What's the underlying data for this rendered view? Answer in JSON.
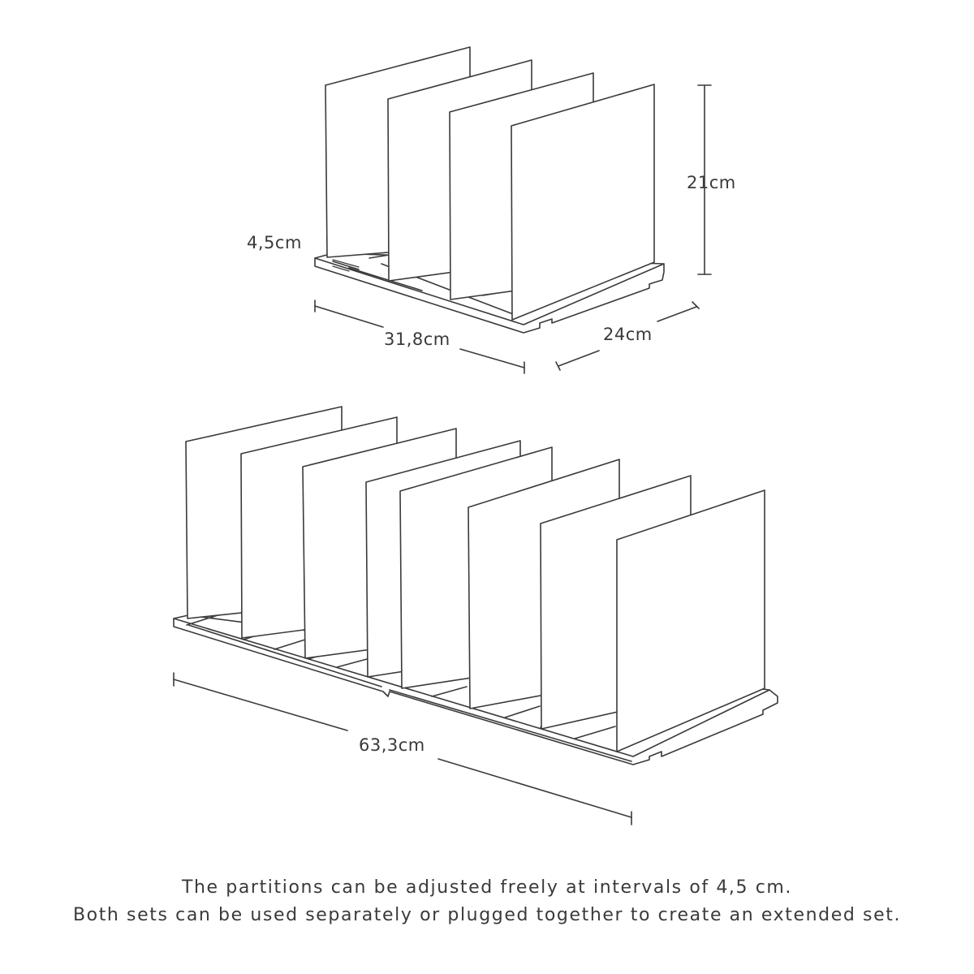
{
  "small_set": {
    "depth_label": "4,5cm",
    "height_label": "21cm",
    "length_label": "31,8cm",
    "width_label": "24cm",
    "partition_count": 4
  },
  "large_set": {
    "length_label": "63,3cm",
    "partition_count": 8
  },
  "caption": {
    "line1": "The partitions can be adjusted freely at intervals of 4,5 cm.",
    "line2": "Both sets can be used separately or plugged together to create an extended set."
  },
  "colors": {
    "line": "#3a3a3a",
    "panel_fill": "#ffffff",
    "background": "#ffffff"
  }
}
